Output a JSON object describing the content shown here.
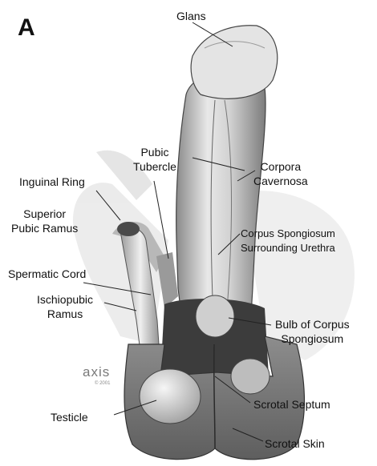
{
  "figure": {
    "panel_letter": "A",
    "logo_text": "axis",
    "copyright": "© 2001"
  },
  "labels": {
    "glans": "Glans",
    "corpora_cavernosa": [
      "Corpora",
      "Cavernosa"
    ],
    "pubic_tubercle": [
      "Pubic",
      "Tubercle"
    ],
    "inguinal_ring": "Inguinal Ring",
    "superior_pubic_ramus": [
      "Superior",
      "Pubic Ramus"
    ],
    "corpus_spongiosum": [
      "Corpus Spongiosum",
      "Surrounding Urethra"
    ],
    "spermatic_cord": "Spermatic Cord",
    "ischiopubic_ramus": [
      "Ischiopubic",
      "Ramus"
    ],
    "bulb_corpus_spongiosum": [
      "Bulb of Corpus",
      "Spongiosum"
    ],
    "testicle": "Testicle",
    "scrotal_septum": "Scrotal Septum",
    "scrotal_skin": "Scrotal Skin"
  }
}
